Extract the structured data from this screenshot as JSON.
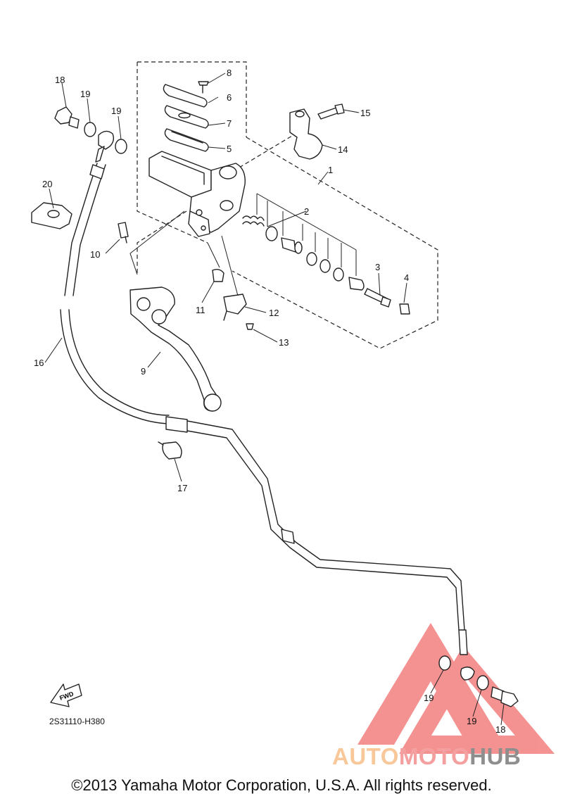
{
  "callouts": [
    {
      "id": "18",
      "label": "18"
    },
    {
      "id": "19a",
      "label": "19"
    },
    {
      "id": "19b",
      "label": "19"
    },
    {
      "id": "20",
      "label": "20"
    },
    {
      "id": "8",
      "label": "8"
    },
    {
      "id": "6",
      "label": "6"
    },
    {
      "id": "7",
      "label": "7"
    },
    {
      "id": "5",
      "label": "5"
    },
    {
      "id": "15",
      "label": "15"
    },
    {
      "id": "14",
      "label": "14"
    },
    {
      "id": "1",
      "label": "1"
    },
    {
      "id": "2",
      "label": "2"
    },
    {
      "id": "3",
      "label": "3"
    },
    {
      "id": "4",
      "label": "4"
    },
    {
      "id": "10",
      "label": "10"
    },
    {
      "id": "11",
      "label": "11"
    },
    {
      "id": "12",
      "label": "12"
    },
    {
      "id": "13",
      "label": "13"
    },
    {
      "id": "16",
      "label": "16"
    },
    {
      "id": "9",
      "label": "9"
    },
    {
      "id": "17",
      "label": "17"
    },
    {
      "id": "19c",
      "label": "19"
    },
    {
      "id": "19d",
      "label": "19"
    },
    {
      "id": "18b",
      "label": "18"
    }
  ],
  "fwd_label": "FWD",
  "catalog_code": "2S31110-H380",
  "copyright": "©2013 Yamaha Motor Corporation, U.S.A. All rights reserved.",
  "watermark": {
    "part1": "AUTO",
    "part2": "MOTO",
    "part3": "HUB",
    "color_auto": "#f8c89a",
    "color_moto": "#f5a0a0",
    "color_hub": "#8e8e8e",
    "triangle_color": "#ee4a4a"
  }
}
